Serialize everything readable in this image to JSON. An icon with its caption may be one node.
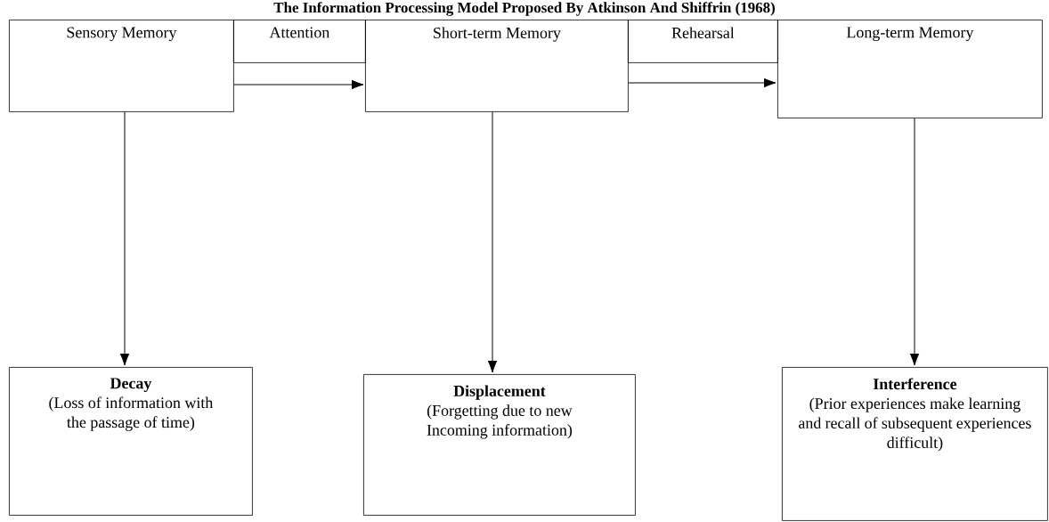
{
  "diagram": {
    "title": "The Information Processing Model Proposed By Atkinson And Shiffrin (1968)",
    "nodes": [
      {
        "text": [
          "Sensory Memory"
        ]
      },
      {
        "text": [
          "Attention"
        ]
      },
      {
        "text": [
          "Short-term Memory"
        ]
      },
      {
        "text": [
          "Rehearsal"
        ]
      },
      {
        "text": [
          "Long-term Memory"
        ]
      },
      {
        "text": [
          "Decay",
          "(Loss of information with the passage of time)"
        ]
      },
      {
        "text": [
          "Displacement",
          "(Forgetting due to new Incoming information)"
        ]
      },
      {
        "text": [
          "Interference",
          "(Prior experiences make learning and recall of subsequent experiences difficult)"
        ]
      }
    ],
    "edges": [
      {
        "from": 0,
        "to": 2,
        "arrow": "to"
      },
      {
        "from": 2,
        "to": 4,
        "arrow": "to"
      },
      {
        "from": 0,
        "to": 5,
        "arrow": "to"
      },
      {
        "from": 2,
        "to": 6,
        "arrow": "to"
      },
      {
        "from": 4,
        "to": 7,
        "arrow": "to"
      }
    ]
  }
}
